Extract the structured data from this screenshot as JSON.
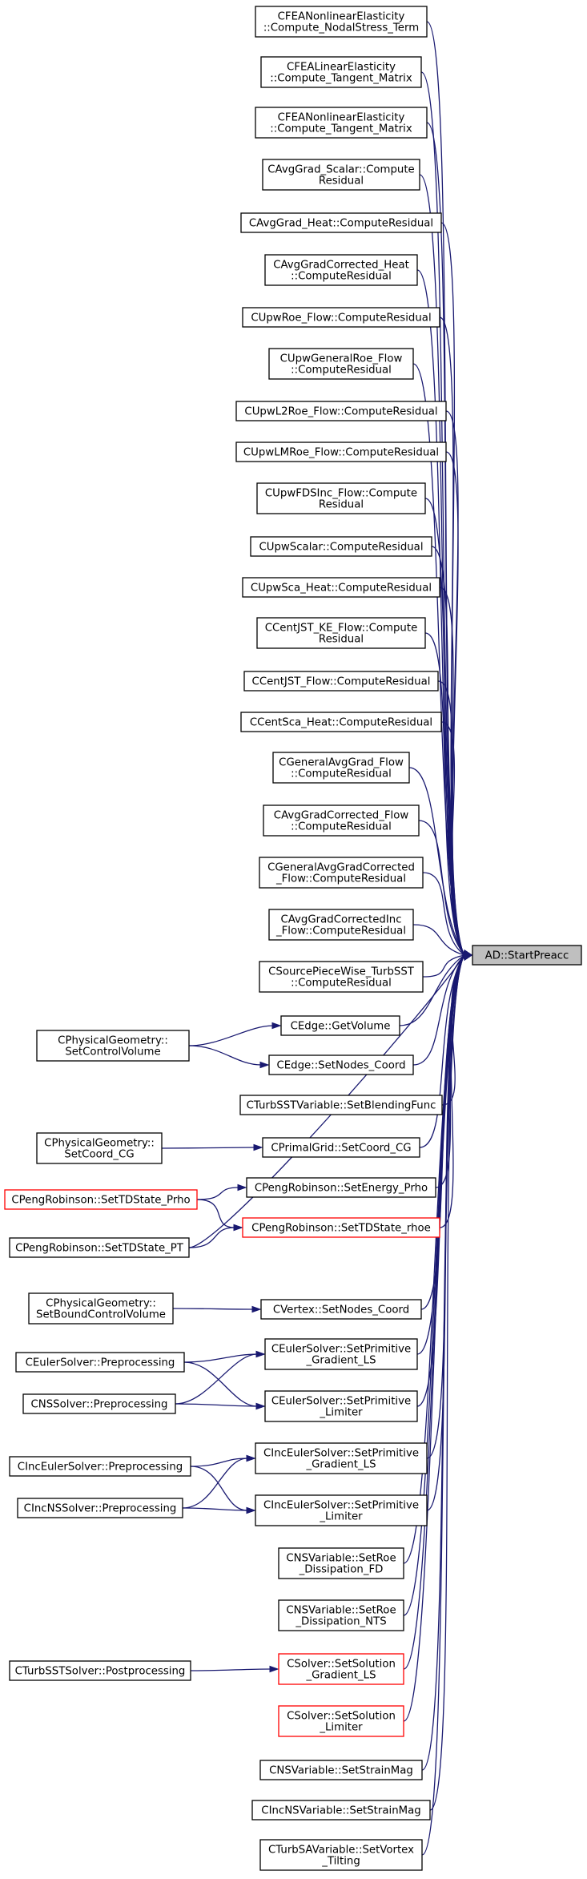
{
  "graph": {
    "target": "AD::StartPreacc",
    "nodes": [
      {
        "id": "fea_nodal",
        "lines": [
          "CFEANonlinearElasticity",
          "::Compute_NodalStress_Term"
        ]
      },
      {
        "id": "fea_lin_tan",
        "lines": [
          "CFEALinearElasticity",
          "::Compute_Tangent_Matrix"
        ]
      },
      {
        "id": "fea_nonlin_tan",
        "lines": [
          "CFEANonlinearElasticity",
          "::Compute_Tangent_Matrix"
        ]
      },
      {
        "id": "avggrad_scalar",
        "lines": [
          "CAvgGrad_Scalar::Compute",
          "Residual"
        ]
      },
      {
        "id": "avggrad_heat",
        "lines": [
          "CAvgGrad_Heat::ComputeResidual"
        ]
      },
      {
        "id": "avggradcorr_heat",
        "lines": [
          "CAvgGradCorrected_Heat",
          "::ComputeResidual"
        ]
      },
      {
        "id": "upwroe_flow",
        "lines": [
          "CUpwRoe_Flow::ComputeResidual"
        ]
      },
      {
        "id": "upwgenroe_flow",
        "lines": [
          "CUpwGeneralRoe_Flow",
          "::ComputeResidual"
        ]
      },
      {
        "id": "upwl2roe_flow",
        "lines": [
          "CUpwL2Roe_Flow::ComputeResidual"
        ]
      },
      {
        "id": "upwlmroe_flow",
        "lines": [
          "CUpwLMRoe_Flow::ComputeResidual"
        ]
      },
      {
        "id": "upwfdsinc_flow",
        "lines": [
          "CUpwFDSInc_Flow::Compute",
          "Residual"
        ]
      },
      {
        "id": "upwscalar",
        "lines": [
          "CUpwScalar::ComputeResidual"
        ]
      },
      {
        "id": "upwsca_heat",
        "lines": [
          "CUpwSca_Heat::ComputeResidual"
        ]
      },
      {
        "id": "centjst_ke_flow",
        "lines": [
          "CCentJST_KE_Flow::Compute",
          "Residual"
        ]
      },
      {
        "id": "centjst_flow",
        "lines": [
          "CCentJST_Flow::ComputeResidual"
        ]
      },
      {
        "id": "centsca_heat",
        "lines": [
          "CCentSca_Heat::ComputeResidual"
        ]
      },
      {
        "id": "genavggrad_flow",
        "lines": [
          "CGeneralAvgGrad_Flow",
          "::ComputeResidual"
        ]
      },
      {
        "id": "avggradcorr_flow",
        "lines": [
          "CAvgGradCorrected_Flow",
          "::ComputeResidual"
        ]
      },
      {
        "id": "genavggradcorr_flow",
        "lines": [
          "CGeneralAvgGradCorrected",
          "_Flow::ComputeResidual"
        ]
      },
      {
        "id": "avggradcorrinc_flow",
        "lines": [
          "CAvgGradCorrectedInc",
          "_Flow::ComputeResidual"
        ]
      },
      {
        "id": "sourcepw_sst",
        "lines": [
          "CSourcePieceWise_TurbSST",
          "::ComputeResidual"
        ]
      },
      {
        "id": "edge_getvolume",
        "lines": [
          "CEdge::GetVolume"
        ]
      },
      {
        "id": "physgeo_setcontrolvolume",
        "lines": [
          "CPhysicalGeometry::",
          "SetControlVolume"
        ]
      },
      {
        "id": "edge_setnodescoord",
        "lines": [
          "CEdge::SetNodes_Coord"
        ]
      },
      {
        "id": "turbsst_setblending",
        "lines": [
          "CTurbSSTVariable::SetBlendingFunc"
        ]
      },
      {
        "id": "physgeo_setcoordcg",
        "lines": [
          "CPhysicalGeometry::",
          "SetCoord_CG"
        ]
      },
      {
        "id": "primalgrid_setcoordcg",
        "lines": [
          "CPrimalGrid::SetCoord_CG"
        ]
      },
      {
        "id": "peng_setenergy_prho",
        "lines": [
          "CPengRobinson::SetEnergy_Prho"
        ]
      },
      {
        "id": "peng_settdstate_prho",
        "lines": [
          "CPengRobinson::SetTDState_Prho"
        ]
      },
      {
        "id": "peng_settdstate_rhoe",
        "lines": [
          "CPengRobinson::SetTDState_rhoe"
        ]
      },
      {
        "id": "peng_settdstate_pt",
        "lines": [
          "CPengRobinson::SetTDState_PT"
        ]
      },
      {
        "id": "physgeo_setboundcv",
        "lines": [
          "CPhysicalGeometry::",
          "SetBoundControlVolume"
        ]
      },
      {
        "id": "vertex_setnodescoord",
        "lines": [
          "CVertex::SetNodes_Coord"
        ]
      },
      {
        "id": "euler_preprocessing",
        "lines": [
          "CEulerSolver::Preprocessing"
        ]
      },
      {
        "id": "euler_setprim_grad_ls",
        "lines": [
          "CEulerSolver::SetPrimitive",
          "_Gradient_LS"
        ]
      },
      {
        "id": "ns_preprocessing",
        "lines": [
          "CNSSolver::Preprocessing"
        ]
      },
      {
        "id": "euler_setprim_limiter",
        "lines": [
          "CEulerSolver::SetPrimitive",
          "_Limiter"
        ]
      },
      {
        "id": "inceuler_preprocessing",
        "lines": [
          "CIncEulerSolver::Preprocessing"
        ]
      },
      {
        "id": "inceuler_setprim_grad_ls",
        "lines": [
          "CIncEulerSolver::SetPrimitive",
          "_Gradient_LS"
        ]
      },
      {
        "id": "incns_preprocessing",
        "lines": [
          "CIncNSSolver::Preprocessing"
        ]
      },
      {
        "id": "inceuler_setprim_limiter",
        "lines": [
          "CIncEulerSolver::SetPrimitive",
          "_Limiter"
        ]
      },
      {
        "id": "nsvar_setroe_fd",
        "lines": [
          "CNSVariable::SetRoe",
          "_Dissipation_FD"
        ]
      },
      {
        "id": "nsvar_setroe_nts",
        "lines": [
          "CNSVariable::SetRoe",
          "_Dissipation_NTS"
        ]
      },
      {
        "id": "turbsst_postprocessing",
        "lines": [
          "CTurbSSTSolver::Postprocessing"
        ]
      },
      {
        "id": "solver_setsol_grad_ls",
        "lines": [
          "CSolver::SetSolution",
          "_Gradient_LS"
        ]
      },
      {
        "id": "solver_setsol_limiter",
        "lines": [
          "CSolver::SetSolution",
          "_Limiter"
        ]
      },
      {
        "id": "nsvar_setstrainmag",
        "lines": [
          "CNSVariable::SetStrainMag"
        ]
      },
      {
        "id": "incnsvar_setstrainmag",
        "lines": [
          "CIncNSVariable::SetStrainMag"
        ]
      },
      {
        "id": "turbsa_setvortextilting",
        "lines": [
          "CTurbSAVariable::SetVortex",
          "_Tilting"
        ]
      },
      {
        "id": "target",
        "lines": [
          "AD::StartPreacc"
        ]
      }
    ]
  },
  "colors": {
    "edge": "#191970",
    "node_border": "#000000",
    "highlight_border": "#ff0000",
    "target_fill": "#bfbfbf",
    "background": "#ffffff"
  }
}
